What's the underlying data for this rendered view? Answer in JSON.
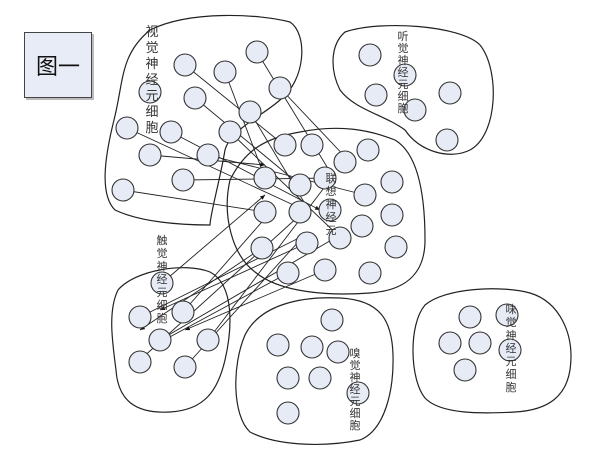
{
  "figure_label": "图一",
  "region_labels": {
    "visual": "视觉神经元细胞",
    "auditory": "听觉神经元细胞",
    "center": "联想神经元",
    "touch": "触觉神经元细胞",
    "smell": "嗅觉神经元细胞",
    "taste": "味觉神经元细胞"
  }
}
